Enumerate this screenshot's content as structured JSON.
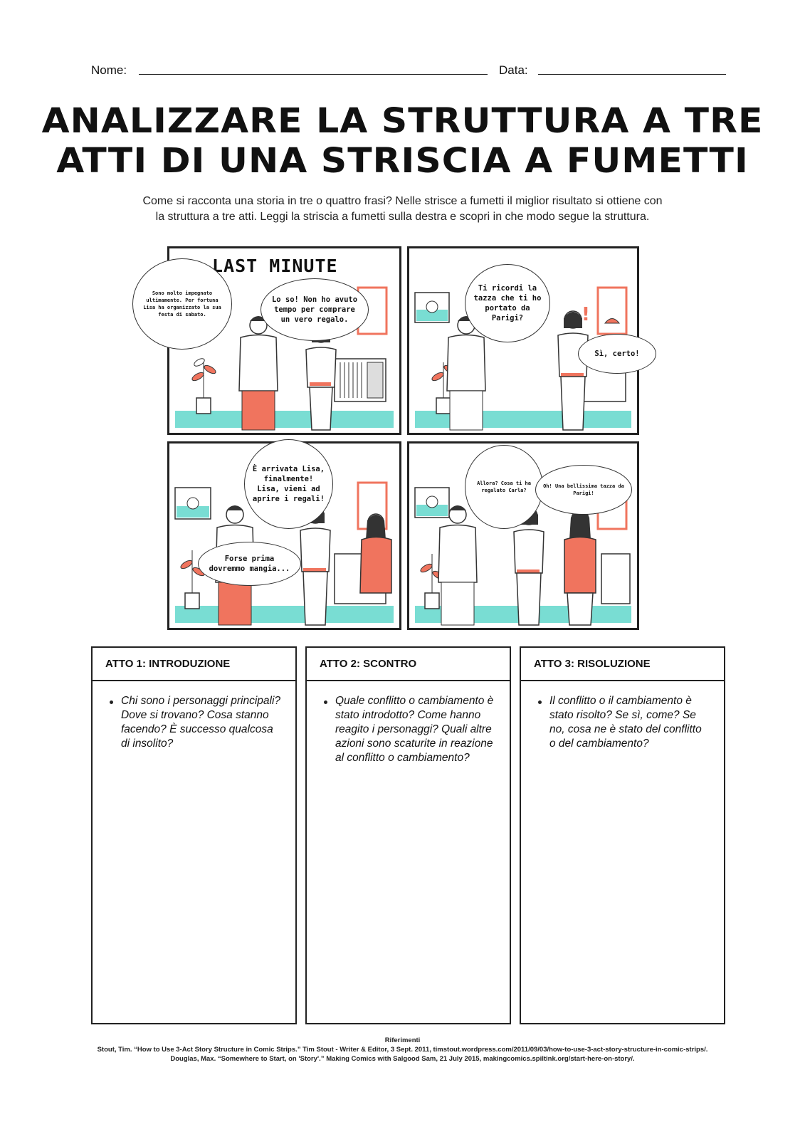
{
  "header": {
    "name_label": "Nome:",
    "date_label": "Data:"
  },
  "title": {
    "line1": "Analizzare la struttura a tre",
    "line2": "atti di una striscia a fumetti"
  },
  "intro": {
    "line1": "Come si racconta una storia in tre o quattro frasi? Nelle strisce a fumetti il miglior risultato si ottiene con",
    "line2": "la struttura a tre atti. Leggi la striscia a fumetti sulla destra e scopri in che modo segue la struttura."
  },
  "comic": {
    "strip_title": "LAST MINUTE",
    "panels": [
      {
        "bubbles": [
          "Sono molto impegnato ultimamente. Per fortuna Lisa ha organizzato la sua festa di sabato.",
          "Lo so! Non ho avuto tempo per comprare un vero regalo."
        ]
      },
      {
        "bubbles": [
          "Ti ricordi la tazza che ti ho portato da Parigi?",
          "Sì, certo!"
        ],
        "exclaim": "!"
      },
      {
        "bubbles": [
          "È arrivata Lisa, finalmente! Lisa, vieni ad aprire i regali!",
          "Forse prima dovremmo mangia..."
        ]
      },
      {
        "bubbles": [
          "Allora? Cosa ti ha regalato Carla?",
          "Oh! Una bellissima tazza da Parigi!"
        ]
      }
    ],
    "colors": {
      "accent": "#f0745e",
      "teal": "#79ddd3",
      "line": "#333333"
    }
  },
  "acts": [
    {
      "heading": "ATTO 1: INTRODUZIONE",
      "prompt": "Chi sono i personaggi principali? Dove si trovano? Cosa stanno facendo? È successo qualcosa di insolito?"
    },
    {
      "heading": "ATTO 2: SCONTRO",
      "prompt": "Quale conflitto o cambiamento è stato introdotto? Come hanno reagito i personaggi? Quali altre azioni sono scaturite in reazione al conflitto o cambiamento?"
    },
    {
      "heading": "ATTO 3: RISOLUZIONE",
      "prompt": "Il conflitto o il cambiamento è stato risolto? Se sì, come? Se no, cosa ne è stato del conflitto o del cambiamento?"
    }
  ],
  "references": {
    "heading": "Riferimenti",
    "items": [
      "Stout, Tim. “How to Use 3-Act Story Structure in Comic Strips.” Tim Stout - Writer & Editor, 3 Sept. 2011, timstout.wordpress.com/2011/09/03/how-to-use-3-act-story-structure-in-comic-strips/.",
      "Douglas, Max. “Somewhere to Start, on 'Story'.” Making Comics with Salgood Sam, 21 July 2015, makingcomics.spiltink.org/start-here-on-story/."
    ]
  }
}
